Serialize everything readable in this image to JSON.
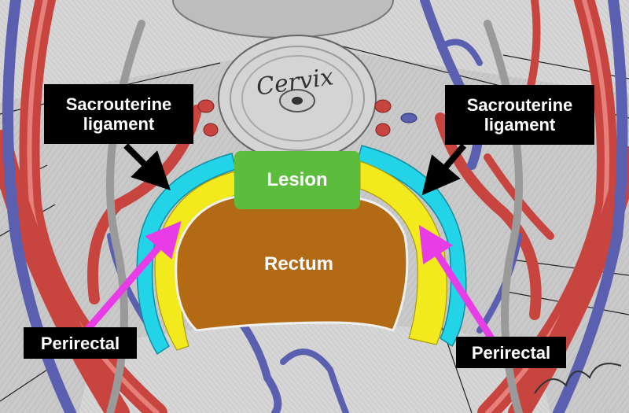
{
  "labels": {
    "cervix": "Cervix",
    "lesion": "Lesion",
    "rectum": "Rectum",
    "sacrouterine_left": "Sacrouterine ligament",
    "sacrouterine_right": "Sacrouterine ligament",
    "perirectal_left": "Perirectal",
    "perirectal_right": "Perirectal"
  },
  "colors": {
    "background": "#cfcfcf",
    "artery": "#c8453f",
    "vein": "#5a5fb0",
    "ligament_band": "#23d4e8",
    "perirectal_band": "#f2ea1d",
    "rectum": "#b36a14",
    "lesion": "#5cbd3d",
    "arrow_black": "#000000",
    "arrow_magenta": "#e83ce6"
  }
}
